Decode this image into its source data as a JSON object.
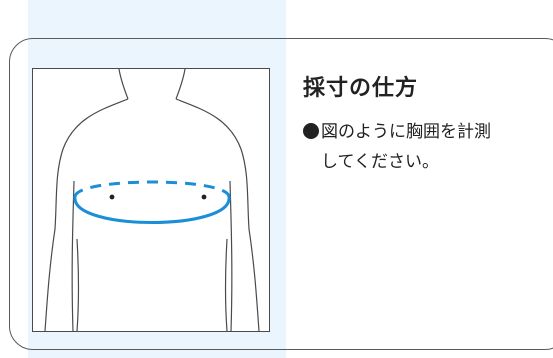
{
  "section": {
    "title": "採寸の仕方",
    "instruction_line1": "図のように胸囲を計測",
    "instruction_line2": "してください。"
  },
  "colors": {
    "accent_blue": "#1a8ed6",
    "tint": "#eaf5fd",
    "line": "#4a4a4a"
  },
  "icons": {
    "bullet": "black-circle-bullet"
  }
}
